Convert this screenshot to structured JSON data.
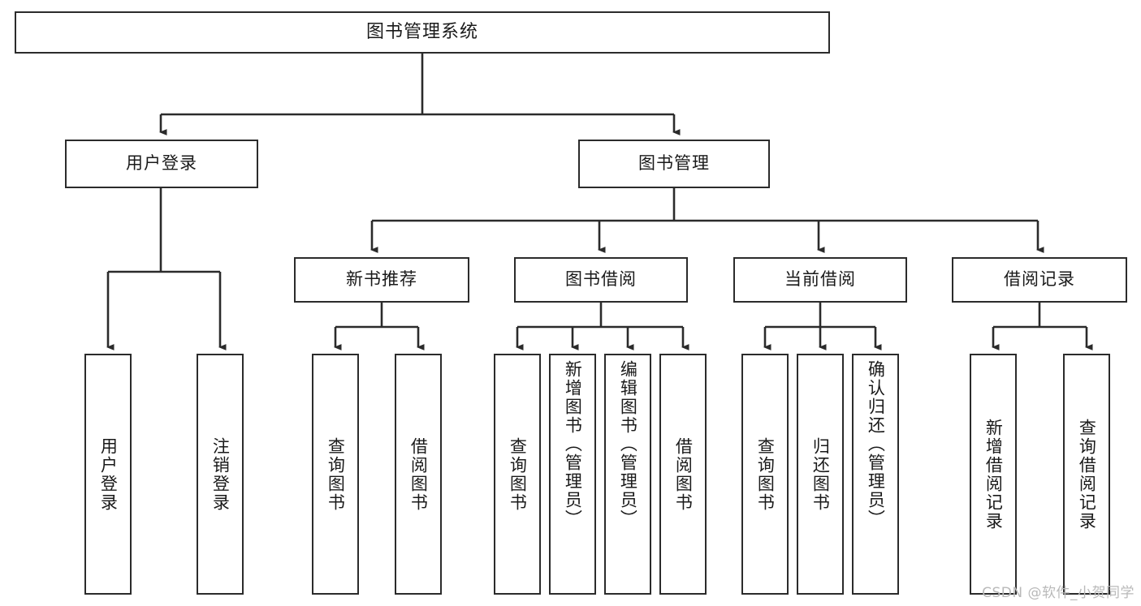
{
  "diagram": {
    "title": "图书管理系统",
    "watermark": "CSDN @软件_小贺同学",
    "type": "tree-hierarchy",
    "colors": {
      "stroke": "#2b2b2b",
      "fill": "#ffffff",
      "text": "#1a1a1a",
      "watermark": "#b9b9b9"
    },
    "root": {
      "label": "图书管理系统"
    },
    "level2": [
      {
        "label": "用户登录"
      },
      {
        "label": "图书管理"
      }
    ],
    "level3": [
      {
        "label": "新书推荐"
      },
      {
        "label": "图书借阅"
      },
      {
        "label": "当前借阅"
      },
      {
        "label": "借阅记录"
      }
    ],
    "leaves": {
      "user_login": [
        {
          "label": "用户登录"
        },
        {
          "label": "注销登录"
        }
      ],
      "new_book_recommend": [
        {
          "label": "查询图书"
        },
        {
          "label": "借阅图书"
        }
      ],
      "book_borrow": [
        {
          "label": "查询图书"
        },
        {
          "label": "新增图书（管理员）"
        },
        {
          "label": "编辑图书（管理员）"
        },
        {
          "label": "借阅图书"
        }
      ],
      "current_borrow": [
        {
          "label": "查询图书"
        },
        {
          "label": "归还图书"
        },
        {
          "label": "确认归还（管理员）"
        }
      ],
      "borrow_record": [
        {
          "label": "新增借阅记录"
        },
        {
          "label": "查询借阅记录"
        }
      ]
    }
  }
}
